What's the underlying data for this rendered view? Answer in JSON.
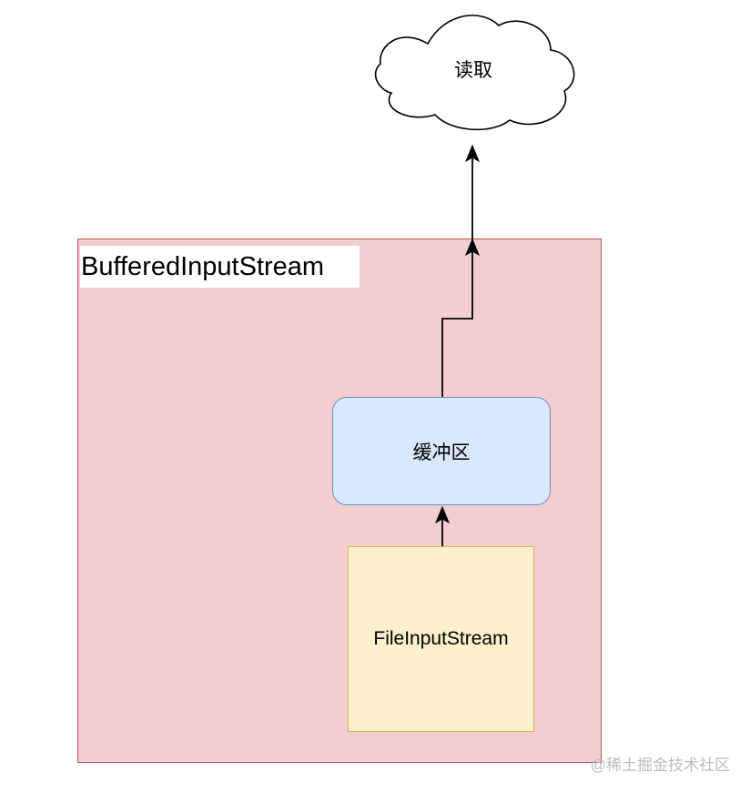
{
  "diagram": {
    "cloud_label": "读取",
    "outer_label": "BufferedInputStream",
    "buffer_label": "缓冲区",
    "file_label": "FileInputStream"
  },
  "watermark": "@稀土掘金技术社区",
  "colors": {
    "outer_fill": "#f2cecf",
    "outer_stroke": "#b85450",
    "buffer_fill": "#dae8fc",
    "buffer_stroke": "#6c8ebf",
    "file_fill": "#fcf1cc",
    "file_stroke": "#d6b656",
    "arrow": "#000000"
  }
}
